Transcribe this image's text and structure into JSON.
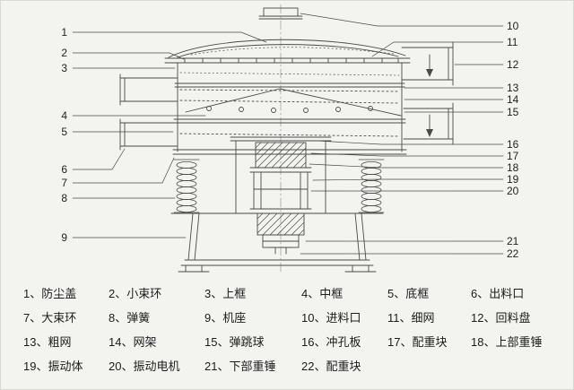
{
  "callouts": [
    "1",
    "2",
    "3",
    "4",
    "5",
    "6",
    "7",
    "8",
    "9",
    "10",
    "11",
    "12",
    "13",
    "14",
    "15",
    "16",
    "17",
    "18",
    "19",
    "20",
    "21",
    "22"
  ],
  "legend": {
    "items": [
      "1、防尘盖",
      "2、小束环",
      "3、上框",
      "4、中框",
      "5、底框",
      "6、出料口",
      "7、大束环",
      "8、弹簧",
      "9、机座",
      "10、进料口",
      "11、细网",
      "12、回料盘",
      "13、粗网",
      "14、网架",
      "15、弹跳球",
      "16、冲孔板",
      "17、配重块",
      "18、上部重锤",
      "19、振动体",
      "20、振动电机",
      "21、下部重锤",
      "22、配重块"
    ]
  },
  "colors": {
    "background": "#f3f3f0",
    "line": "#4a4a4a",
    "text": "#1c1c1c"
  }
}
